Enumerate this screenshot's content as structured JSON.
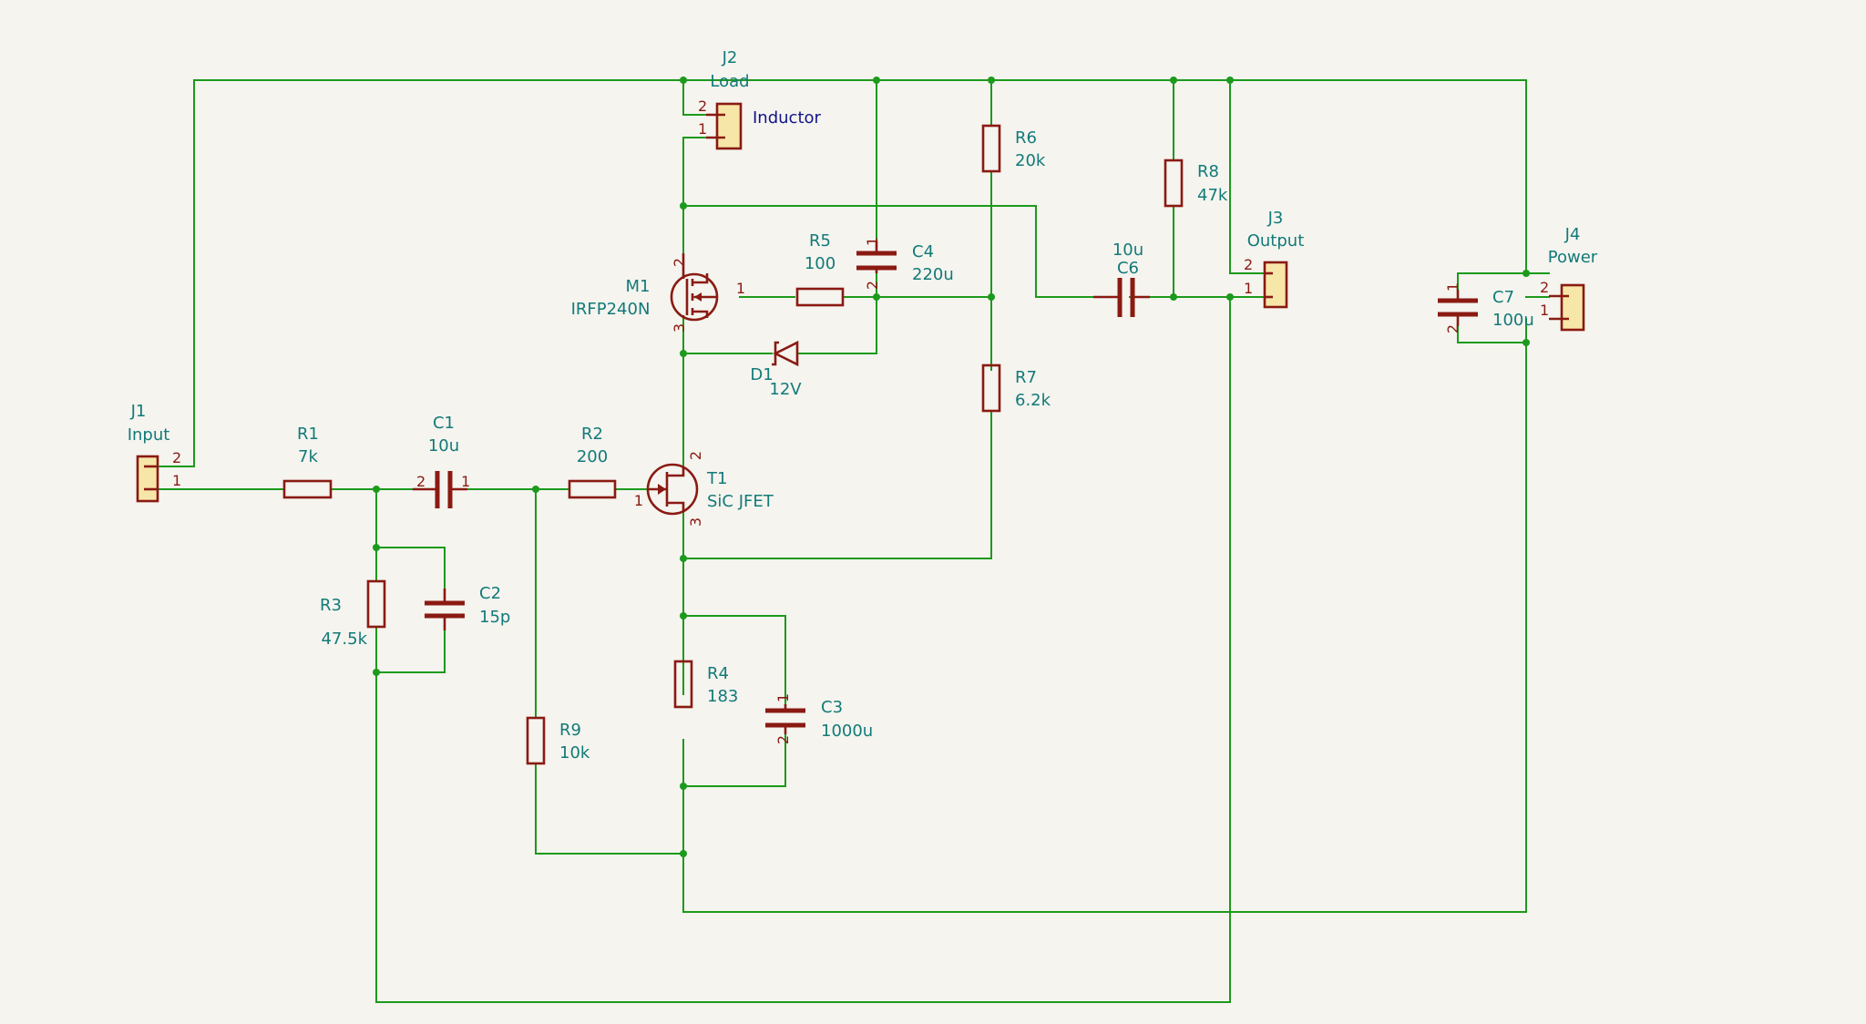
{
  "colors": {
    "background": "#f5f4ef",
    "wire": "#1c9a1c",
    "component": "#8a1a12",
    "text": "#127a78",
    "label": "#121488",
    "connector_fill": "#f6e7a8"
  },
  "components": {
    "J1": {
      "ref": "J1",
      "value": "Input",
      "pins": [
        "2",
        "1"
      ]
    },
    "J2": {
      "ref": "J2",
      "value": "Load",
      "pins": [
        "2",
        "1"
      ]
    },
    "J3": {
      "ref": "J3",
      "value": "Output",
      "pins": [
        "2",
        "1"
      ]
    },
    "J4": {
      "ref": "J4",
      "value": "Power",
      "pins": [
        "2",
        "1"
      ]
    },
    "R1": {
      "ref": "R1",
      "value": "7k"
    },
    "R2": {
      "ref": "R2",
      "value": "200"
    },
    "R3": {
      "ref": "R3",
      "value": "47.5k"
    },
    "R4": {
      "ref": "R4",
      "value": "183"
    },
    "R5": {
      "ref": "R5",
      "value": "100"
    },
    "R6": {
      "ref": "R6",
      "value": "20k"
    },
    "R7": {
      "ref": "R7",
      "value": "6.2k"
    },
    "R8": {
      "ref": "R8",
      "value": "47k"
    },
    "R9": {
      "ref": "R9",
      "value": "10k"
    },
    "C1": {
      "ref": "C1",
      "value": "10u",
      "pins": [
        "2",
        "1"
      ]
    },
    "C2": {
      "ref": "C2",
      "value": "15p"
    },
    "C3": {
      "ref": "C3",
      "value": "1000u",
      "pins": [
        "1",
        "2"
      ]
    },
    "C4": {
      "ref": "C4",
      "value": "220u",
      "pins": [
        "1",
        "2"
      ]
    },
    "C6": {
      "ref": "C6",
      "value": "10u"
    },
    "C7": {
      "ref": "C7",
      "value": "100u",
      "pins": [
        "1",
        "2"
      ]
    },
    "D1": {
      "ref": "D1",
      "value": "12V"
    },
    "M1": {
      "ref": "M1",
      "value": "IRFP240N",
      "pins": [
        "2",
        "1",
        "3"
      ]
    },
    "T1": {
      "ref": "T1",
      "value": "SiC JFET",
      "pins": [
        "2",
        "1",
        "3"
      ]
    }
  },
  "net_labels": {
    "inductor": "Inductor"
  }
}
